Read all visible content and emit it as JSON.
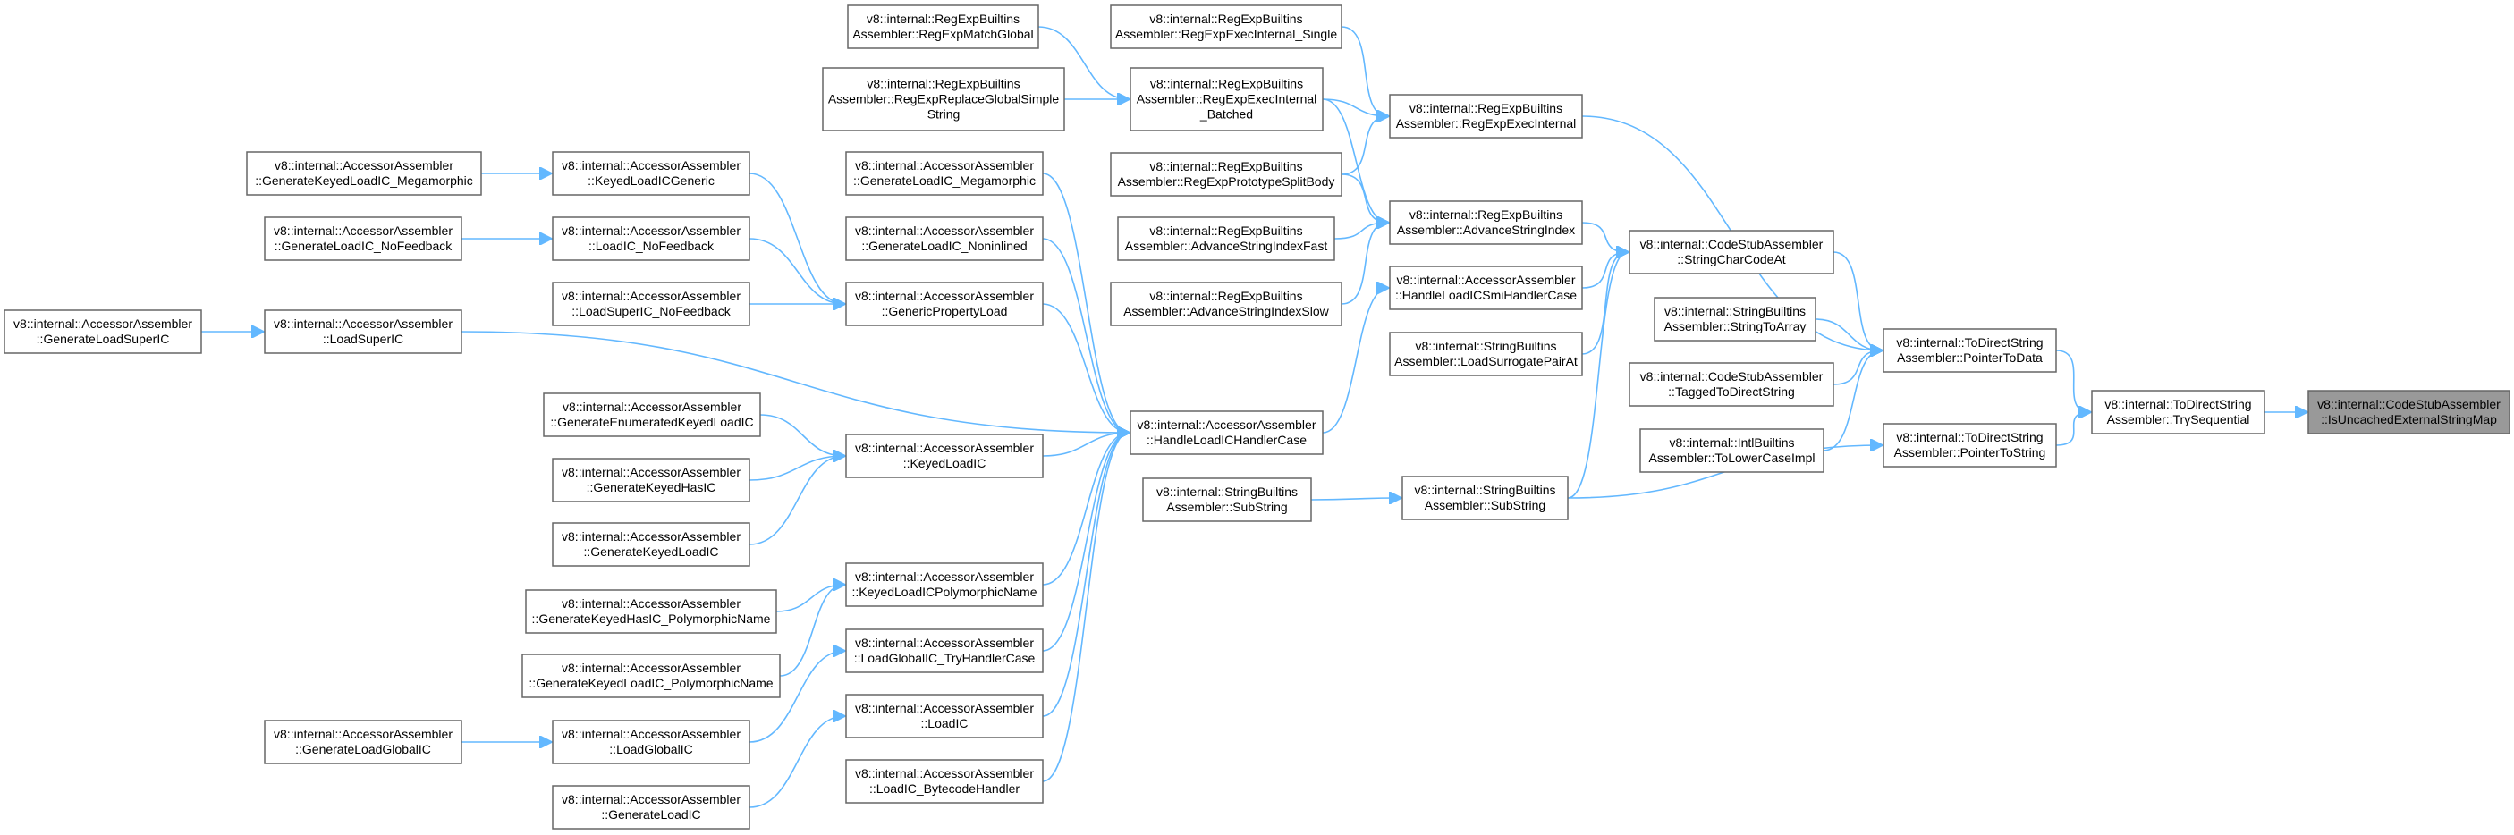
{
  "graph": {
    "title": "",
    "colors": {
      "edge": "#63b8ff",
      "node_border": "#666666",
      "node_fill": "#ffffff",
      "root_fill": "#999999"
    },
    "nodes": [
      {
        "id": "n_root",
        "lines": [
          "v8::internal::CodeStubAssembler",
          "::IsUncachedExternalStringMap"
        ],
        "root": true
      },
      {
        "id": "n_tryseq",
        "lines": [
          "v8::internal::ToDirectString",
          "Assembler::TrySequential"
        ]
      },
      {
        "id": "n_ptrdata",
        "lines": [
          "v8::internal::ToDirectString",
          "Assembler::PointerToData"
        ]
      },
      {
        "id": "n_ptrstr",
        "lines": [
          "v8::internal::ToDirectString",
          "Assembler::PointerToString"
        ]
      },
      {
        "id": "n_charcode",
        "lines": [
          "v8::internal::CodeStubAssembler",
          "::StringCharCodeAt"
        ]
      },
      {
        "id": "n_strtoarr",
        "lines": [
          "v8::internal::StringBuiltins",
          "Assembler::StringToArray"
        ]
      },
      {
        "id": "n_tagged",
        "lines": [
          "v8::internal::CodeStubAssembler",
          "::TaggedToDirectString"
        ]
      },
      {
        "id": "n_tolower",
        "lines": [
          "v8::internal::IntlBuiltins",
          "Assembler::ToLowerCaseImpl"
        ]
      },
      {
        "id": "n_reinternal",
        "lines": [
          "v8::internal::RegExpBuiltins",
          "Assembler::RegExpExecInternal"
        ]
      },
      {
        "id": "n_advidx",
        "lines": [
          "v8::internal::RegExpBuiltins",
          "Assembler::AdvanceStringIndex"
        ]
      },
      {
        "id": "n_smihandler",
        "lines": [
          "v8::internal::AccessorAssembler",
          "::HandleLoadICSmiHandlerCase"
        ]
      },
      {
        "id": "n_surrogate",
        "lines": [
          "v8::internal::StringBuiltins",
          "Assembler::LoadSurrogatePairAt"
        ]
      },
      {
        "id": "n_substr2",
        "lines": [
          "v8::internal::StringBuiltins",
          "Assembler::SubString"
        ]
      },
      {
        "id": "n_reinternal_single",
        "lines": [
          "v8::internal::RegExpBuiltins",
          "Assembler::RegExpExecInternal_Single"
        ]
      },
      {
        "id": "n_reinternal_batched",
        "lines": [
          "v8::internal::RegExpBuiltins",
          "Assembler::RegExpExecInternal",
          "_Batched"
        ]
      },
      {
        "id": "n_reprotosplit",
        "lines": [
          "v8::internal::RegExpBuiltins",
          "Assembler::RegExpPrototypeSplitBody"
        ]
      },
      {
        "id": "n_advfast",
        "lines": [
          "v8::internal::RegExpBuiltins",
          "Assembler::AdvanceStringIndexFast"
        ]
      },
      {
        "id": "n_advslow",
        "lines": [
          "v8::internal::RegExpBuiltins",
          "Assembler::AdvanceStringIndexSlow"
        ]
      },
      {
        "id": "n_handlerc",
        "lines": [
          "v8::internal::AccessorAssembler",
          "::HandleLoadICHandlerCase"
        ]
      },
      {
        "id": "n_substr1",
        "lines": [
          "v8::internal::StringBuiltins",
          "Assembler::SubString"
        ]
      },
      {
        "id": "n_rematchglobal",
        "lines": [
          "v8::internal::RegExpBuiltins",
          "Assembler::RegExpMatchGlobal"
        ]
      },
      {
        "id": "n_rereplace",
        "lines": [
          "v8::internal::RegExpBuiltins",
          "Assembler::RegExpReplaceGlobalSimple",
          "String"
        ]
      },
      {
        "id": "n_genloadmega",
        "lines": [
          "v8::internal::AccessorAssembler",
          "::GenerateLoadIC_Megamorphic"
        ]
      },
      {
        "id": "n_genloadnoninl",
        "lines": [
          "v8::internal::AccessorAssembler",
          "::GenerateLoadIC_Noninlined"
        ]
      },
      {
        "id": "n_genprop",
        "lines": [
          "v8::internal::AccessorAssembler",
          "::GenericPropertyLoad"
        ]
      },
      {
        "id": "n_keyedload",
        "lines": [
          "v8::internal::AccessorAssembler",
          "::KeyedLoadIC"
        ]
      },
      {
        "id": "n_keyedpoly",
        "lines": [
          "v8::internal::AccessorAssembler",
          "::KeyedLoadICPolymorphicName"
        ]
      },
      {
        "id": "n_loadglobaltry",
        "lines": [
          "v8::internal::AccessorAssembler",
          "::LoadGlobalIC_TryHandlerCase"
        ]
      },
      {
        "id": "n_loadic",
        "lines": [
          "v8::internal::AccessorAssembler",
          "::LoadIC"
        ]
      },
      {
        "id": "n_loadicbyte",
        "lines": [
          "v8::internal::AccessorAssembler",
          "::LoadIC_BytecodeHandler"
        ]
      },
      {
        "id": "n_keyedgeneric",
        "lines": [
          "v8::internal::AccessorAssembler",
          "::KeyedLoadICGeneric"
        ]
      },
      {
        "id": "n_loadicnofb",
        "lines": [
          "v8::internal::AccessorAssembler",
          "::LoadIC_NoFeedback"
        ]
      },
      {
        "id": "n_loadsupernofb",
        "lines": [
          "v8::internal::AccessorAssembler",
          "::LoadSuperIC_NoFeedback"
        ]
      },
      {
        "id": "n_loadsuper",
        "lines": [
          "v8::internal::AccessorAssembler",
          "::LoadSuperIC"
        ]
      },
      {
        "id": "n_genenumkeyed",
        "lines": [
          "v8::internal::AccessorAssembler",
          "::GenerateEnumeratedKeyedLoadIC"
        ]
      },
      {
        "id": "n_genkeyedhas",
        "lines": [
          "v8::internal::AccessorAssembler",
          "::GenerateKeyedHasIC"
        ]
      },
      {
        "id": "n_genkeyedload",
        "lines": [
          "v8::internal::AccessorAssembler",
          "::GenerateKeyedLoadIC"
        ]
      },
      {
        "id": "n_genkeyedhaspoly",
        "lines": [
          "v8::internal::AccessorAssembler",
          "::GenerateKeyedHasIC_PolymorphicName"
        ]
      },
      {
        "id": "n_genkeyedloadpoly",
        "lines": [
          "v8::internal::AccessorAssembler",
          "::GenerateKeyedLoadIC_PolymorphicName"
        ]
      },
      {
        "id": "n_loadglobal",
        "lines": [
          "v8::internal::AccessorAssembler",
          "::LoadGlobalIC"
        ]
      },
      {
        "id": "n_genloadic",
        "lines": [
          "v8::internal::AccessorAssembler",
          "::GenerateLoadIC"
        ]
      },
      {
        "id": "n_genkeyedmega",
        "lines": [
          "v8::internal::AccessorAssembler",
          "::GenerateKeyedLoadIC_Megamorphic"
        ]
      },
      {
        "id": "n_genloadnofb",
        "lines": [
          "v8::internal::AccessorAssembler",
          "::GenerateLoadIC_NoFeedback"
        ]
      },
      {
        "id": "n_genloadglobal",
        "lines": [
          "v8::internal::AccessorAssembler",
          "::GenerateLoadGlobalIC"
        ]
      },
      {
        "id": "n_genloadsuper",
        "lines": [
          "v8::internal::AccessorAssembler",
          "::GenerateLoadSuperIC"
        ]
      }
    ],
    "edges": [
      {
        "from": "n_tryseq",
        "to": "n_root"
      },
      {
        "from": "n_ptrdata",
        "to": "n_tryseq"
      },
      {
        "from": "n_ptrstr",
        "to": "n_tryseq"
      },
      {
        "from": "n_charcode",
        "to": "n_ptrdata"
      },
      {
        "from": "n_strtoarr",
        "to": "n_ptrdata"
      },
      {
        "from": "n_tagged",
        "to": "n_ptrdata"
      },
      {
        "from": "n_tolower",
        "to": "n_ptrdata"
      },
      {
        "from": "n_reinternal",
        "to": "n_ptrdata"
      },
      {
        "from": "n_substr2",
        "to": "n_ptrstr"
      },
      {
        "from": "n_advidx",
        "to": "n_charcode"
      },
      {
        "from": "n_smihandler",
        "to": "n_charcode"
      },
      {
        "from": "n_surrogate",
        "to": "n_charcode"
      },
      {
        "from": "n_substr2",
        "to": "n_charcode"
      },
      {
        "from": "n_reinternal_single",
        "to": "n_reinternal"
      },
      {
        "from": "n_reinternal_batched",
        "to": "n_reinternal"
      },
      {
        "from": "n_reprotosplit",
        "to": "n_reinternal"
      },
      {
        "from": "n_reinternal_batched",
        "to": "n_advidx"
      },
      {
        "from": "n_reprotosplit",
        "to": "n_advidx"
      },
      {
        "from": "n_advfast",
        "to": "n_advidx"
      },
      {
        "from": "n_advslow",
        "to": "n_advidx"
      },
      {
        "from": "n_handlerc",
        "to": "n_smihandler"
      },
      {
        "from": "n_substr1",
        "to": "n_substr2"
      },
      {
        "from": "n_rematchglobal",
        "to": "n_reinternal_batched"
      },
      {
        "from": "n_rereplace",
        "to": "n_reinternal_batched"
      },
      {
        "from": "n_genloadmega",
        "to": "n_handlerc"
      },
      {
        "from": "n_genloadnoninl",
        "to": "n_handlerc"
      },
      {
        "from": "n_genprop",
        "to": "n_handlerc"
      },
      {
        "from": "n_loadsuper",
        "to": "n_handlerc"
      },
      {
        "from": "n_keyedload",
        "to": "n_handlerc"
      },
      {
        "from": "n_keyedpoly",
        "to": "n_handlerc"
      },
      {
        "from": "n_loadglobaltry",
        "to": "n_handlerc"
      },
      {
        "from": "n_loadic",
        "to": "n_handlerc"
      },
      {
        "from": "n_loadicbyte",
        "to": "n_handlerc"
      },
      {
        "from": "n_keyedgeneric",
        "to": "n_genprop"
      },
      {
        "from": "n_loadicnofb",
        "to": "n_genprop"
      },
      {
        "from": "n_loadsupernofb",
        "to": "n_genprop"
      },
      {
        "from": "n_genenumkeyed",
        "to": "n_keyedload"
      },
      {
        "from": "n_genkeyedhas",
        "to": "n_keyedload"
      },
      {
        "from": "n_genkeyedload",
        "to": "n_keyedload"
      },
      {
        "from": "n_genkeyedhaspoly",
        "to": "n_keyedpoly"
      },
      {
        "from": "n_genkeyedloadpoly",
        "to": "n_keyedpoly"
      },
      {
        "from": "n_loadglobal",
        "to": "n_loadglobaltry"
      },
      {
        "from": "n_genloadic",
        "to": "n_loadic"
      },
      {
        "from": "n_genkeyedmega",
        "to": "n_keyedgeneric"
      },
      {
        "from": "n_genloadnofb",
        "to": "n_loadicnofb"
      },
      {
        "from": "n_genloadglobal",
        "to": "n_loadglobal"
      },
      {
        "from": "n_genloadsuper",
        "to": "n_loadsuper"
      }
    ]
  }
}
